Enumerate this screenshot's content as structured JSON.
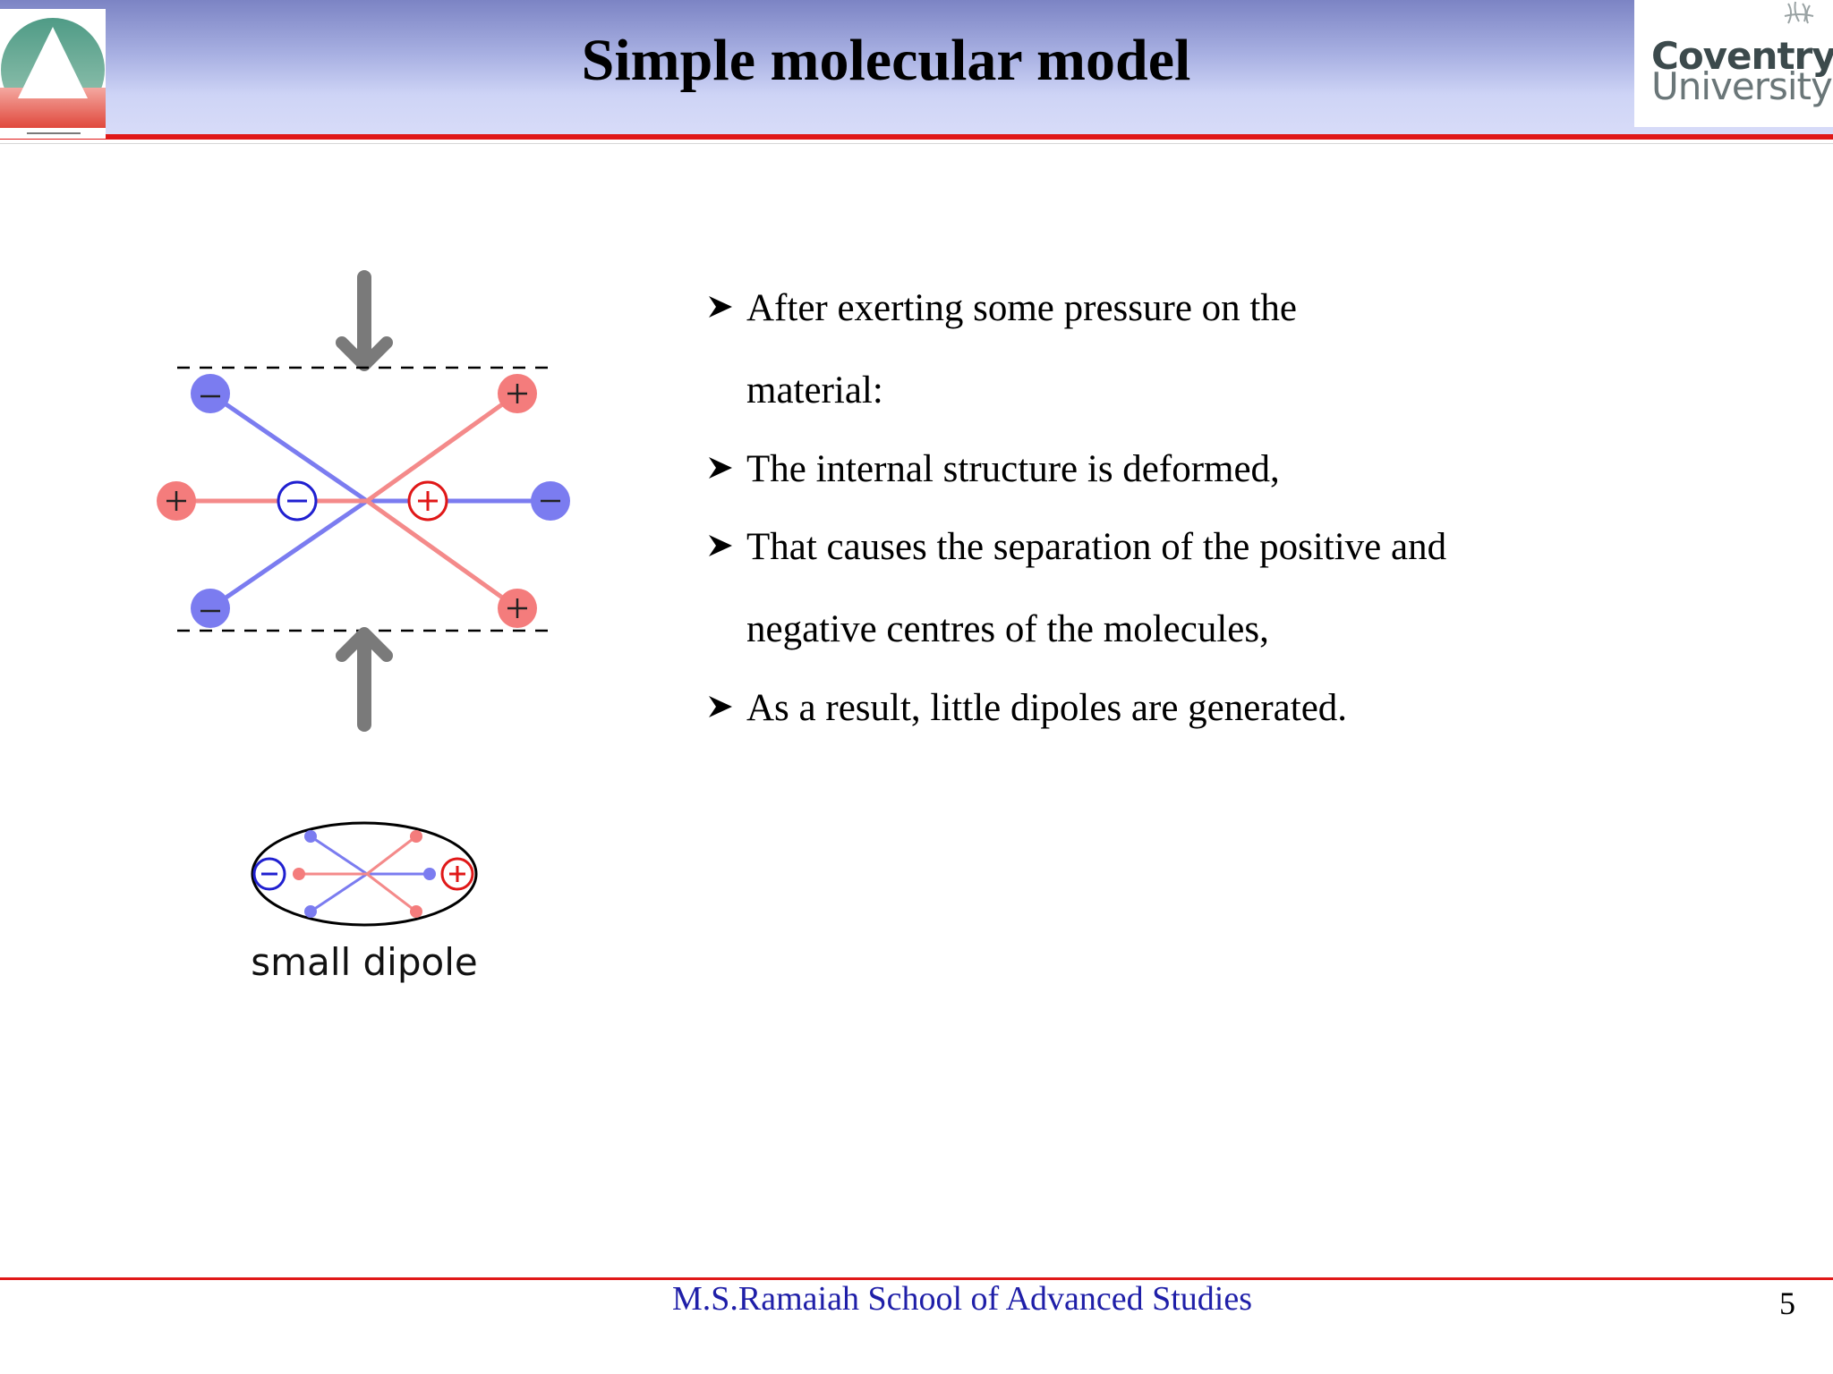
{
  "header": {
    "title": "Simple molecular model",
    "right_logo": {
      "line1": "Coventry",
      "line2": "University",
      "icon": "coventry-elephant-crest"
    },
    "left_logo": {
      "icon": "msrsas-triangle-logo"
    }
  },
  "diagram": {
    "colors": {
      "negative": "#7b7cf0",
      "positive": "#f47c7c",
      "negative_line": "#7b7cf0",
      "positive_line": "#f48a8a",
      "arrow": "#7a7a7a"
    },
    "plus_symbol": "+",
    "minus_symbol": "−",
    "caption": "small dipole"
  },
  "bullets": [
    {
      "line1": "After exerting some pressure on the",
      "line2": "material:"
    },
    {
      "line1": "The internal structure is deformed,"
    },
    {
      "line1": "That causes the separation of the positive and",
      "line2": "negative centres of the molecules,"
    },
    {
      "line1": "As a result, little dipoles are generated."
    }
  ],
  "footer": {
    "institution": "M.S.Ramaiah School of Advanced Studies",
    "page_number": "5"
  }
}
